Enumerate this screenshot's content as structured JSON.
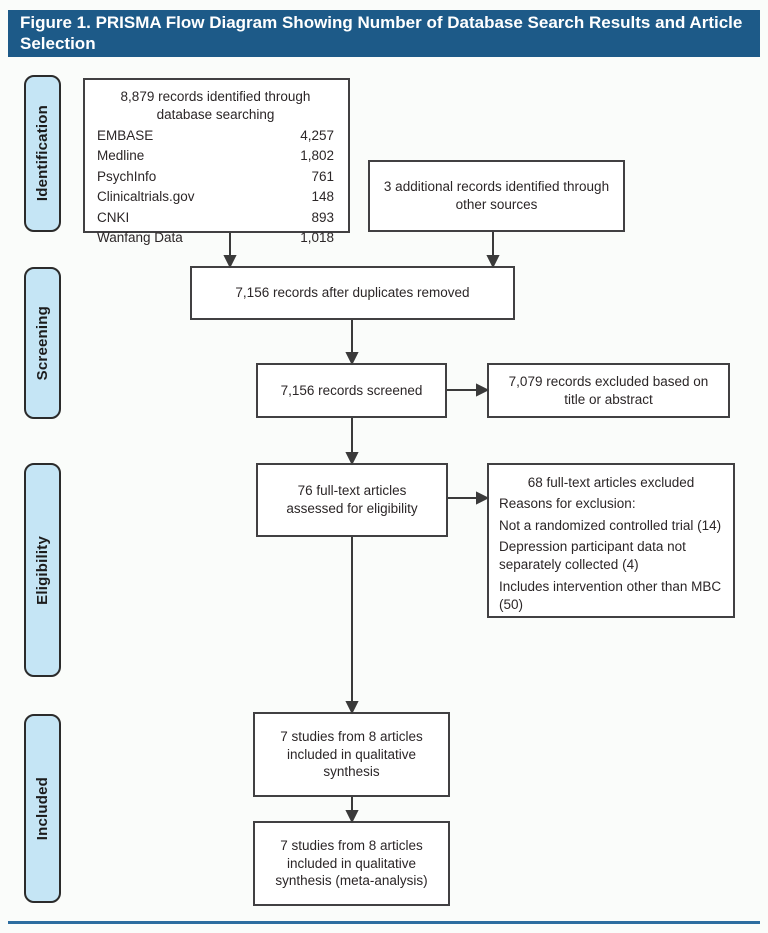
{
  "header": {
    "title": "Figure 1. PRISMA Flow Diagram Showing Number of Database Search Results and Article Selection"
  },
  "colors": {
    "header_bg": "#1d5a88",
    "header_text": "#ffffff",
    "stage_label_fill": "#c5e5f5",
    "stage_label_border": "#2b2b2b",
    "box_fill": "#ffffff",
    "box_border": "#414042",
    "arrow": "#3a3a3a",
    "background": "#fafcfa",
    "bottom_rule": "#2d6da0"
  },
  "stages": [
    {
      "label": "Identification"
    },
    {
      "label": "Screening"
    },
    {
      "label": "Eligibility"
    },
    {
      "label": "Included"
    }
  ],
  "flow": {
    "identified": {
      "title": "8,879 records identified through database searching",
      "sources": [
        {
          "name": "EMBASE",
          "value": "4,257"
        },
        {
          "name": "Medline",
          "value": "1,802"
        },
        {
          "name": "PsychInfo",
          "value": "761"
        },
        {
          "name": "Clinicaltrials.gov",
          "value": "148"
        },
        {
          "name": "CNKI",
          "value": "893"
        },
        {
          "name": "Wanfang Data",
          "value": "1,018"
        }
      ]
    },
    "additional": {
      "text": "3 additional records identified through other sources"
    },
    "deduplicated": {
      "text": "7,156 records after duplicates removed"
    },
    "screened": {
      "text": "7,156 records screened"
    },
    "excluded_title_abstract": {
      "text": "7,079 records excluded based on title or abstract"
    },
    "fulltext_assessed": {
      "text": "76 full-text articles assessed for eligibility"
    },
    "fulltext_excluded": {
      "heading": "68 full-text articles excluded",
      "lines": [
        "Reasons for exclusion:",
        "Not a randomized controlled trial (14)",
        "Depression participant data not separately collected (4)",
        "Includes intervention other than MBC (50)"
      ]
    },
    "qualitative": {
      "text": "7 studies from 8 articles included in qualitative synthesis"
    },
    "meta_analysis": {
      "text": "7 studies from 8 articles included in qualitative synthesis (meta-analysis)"
    }
  }
}
